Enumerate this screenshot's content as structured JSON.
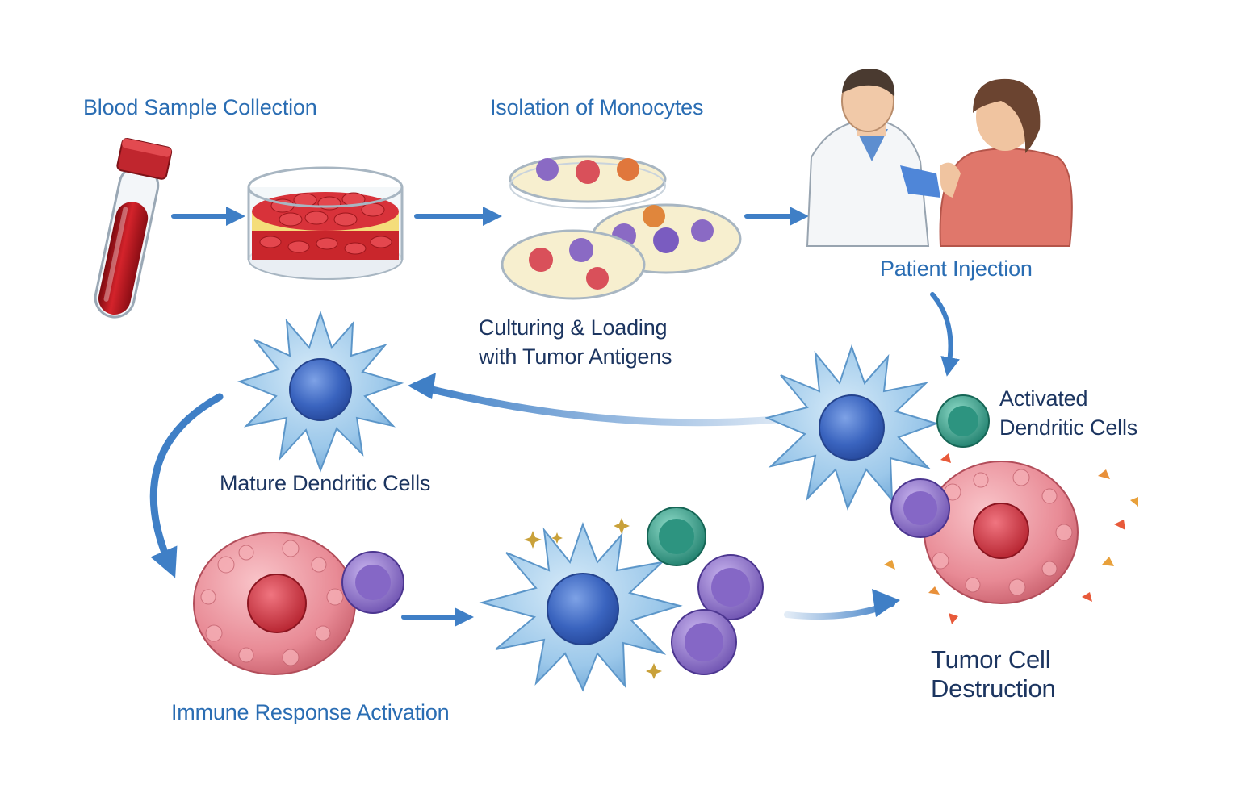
{
  "labels": {
    "blood_sample": "Blood Sample Collection",
    "isolation": "Isolation of Monocytes",
    "culturing_line1": "Culturing & Loading",
    "culturing_line2": "with Tumor Antigens",
    "patient_injection": "Patient Injection",
    "activated_line1": "Activated",
    "activated_line2": "Dendritic Cells",
    "mature": "Mature Dendritic Cells",
    "immune_response": "Immune Response Activation",
    "tumor_line1": "Tumor Cell",
    "tumor_line2": "Destruction"
  },
  "colors": {
    "label_blue": "#2a6db3",
    "label_navy": "#1c3560",
    "arrow": "#3f7fc6",
    "dendritic_cell": "#9cc8ea",
    "nucleus": "#3a64bf",
    "tumor_cell": "#e88a95",
    "t_cell_purple": "#8f74c8",
    "t_cell_teal": "#2f9a86",
    "blood": "#b5121b"
  },
  "icons": {
    "blood_tube": "blood-tube-icon",
    "petri_dish": "petri-dish-icon",
    "doctor_patient": "doctor-patient-illustration",
    "dendritic_cell": "dendritic-cell-icon",
    "tumor_cell": "tumor-cell-icon",
    "t_cell": "t-cell-icon"
  }
}
